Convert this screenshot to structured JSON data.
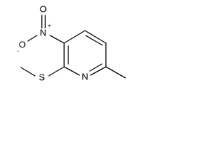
{
  "molecule": {
    "atoms": {
      "nitrogen_ring": "N",
      "nitro_nitrogen": "N",
      "nitro_oxygen_top": "O",
      "nitro_oxygen_left": "O",
      "sulfur": "S"
    },
    "charges": {
      "nitro_nitrogen": "+",
      "nitro_oxygen_left": "-"
    }
  }
}
